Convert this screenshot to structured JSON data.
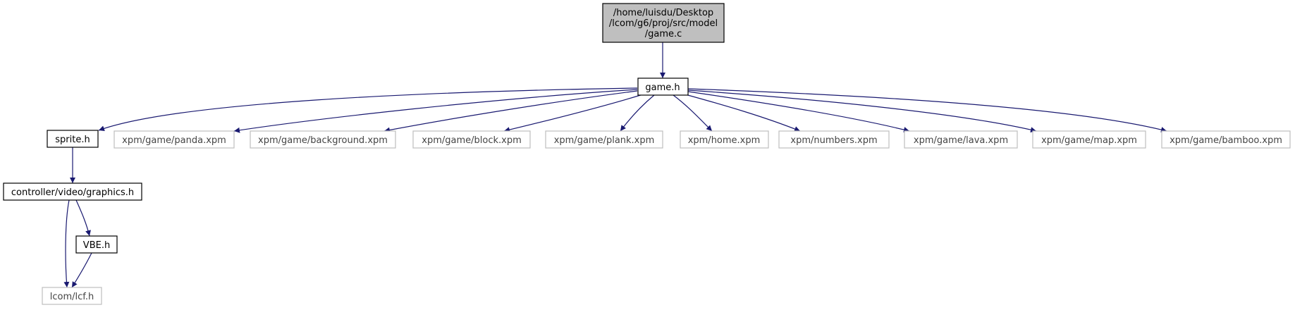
{
  "colors": {
    "edge": "#191970",
    "root_fill": "#bfbfbf",
    "root_border": "#000000",
    "node_border": "#000000",
    "external_border": "#bfbfbf",
    "node_fill": "#ffffff"
  },
  "nodes": {
    "root": {
      "lines": [
        "/home/luisdu/Desktop",
        "/lcom/g6/proj/src/model",
        "/game.c"
      ]
    },
    "game_h": {
      "label": "game.h"
    },
    "sprite_h": {
      "label": "sprite.h"
    },
    "panda_xpm": {
      "label": "xpm/game/panda.xpm"
    },
    "background_xpm": {
      "label": "xpm/game/background.xpm"
    },
    "block_xpm": {
      "label": "xpm/game/block.xpm"
    },
    "plank_xpm": {
      "label": "xpm/game/plank.xpm"
    },
    "home_xpm": {
      "label": "xpm/home.xpm"
    },
    "numbers_xpm": {
      "label": "xpm/numbers.xpm"
    },
    "lava_xpm": {
      "label": "xpm/game/lava.xpm"
    },
    "map_xpm": {
      "label": "xpm/game/map.xpm"
    },
    "bamboo_xpm": {
      "label": "xpm/game/bamboo.xpm"
    },
    "graphics_h": {
      "label": "controller/video/graphics.h"
    },
    "vbe_h": {
      "label": "VBE.h"
    },
    "lcf_h": {
      "label": "lcom/lcf.h"
    }
  },
  "edges": [
    [
      "root",
      "game_h"
    ],
    [
      "game_h",
      "sprite_h"
    ],
    [
      "game_h",
      "panda_xpm"
    ],
    [
      "game_h",
      "background_xpm"
    ],
    [
      "game_h",
      "block_xpm"
    ],
    [
      "game_h",
      "plank_xpm"
    ],
    [
      "game_h",
      "home_xpm"
    ],
    [
      "game_h",
      "numbers_xpm"
    ],
    [
      "game_h",
      "lava_xpm"
    ],
    [
      "game_h",
      "map_xpm"
    ],
    [
      "game_h",
      "bamboo_xpm"
    ],
    [
      "sprite_h",
      "graphics_h"
    ],
    [
      "graphics_h",
      "vbe_h"
    ],
    [
      "graphics_h",
      "lcf_h"
    ],
    [
      "vbe_h",
      "lcf_h"
    ]
  ]
}
